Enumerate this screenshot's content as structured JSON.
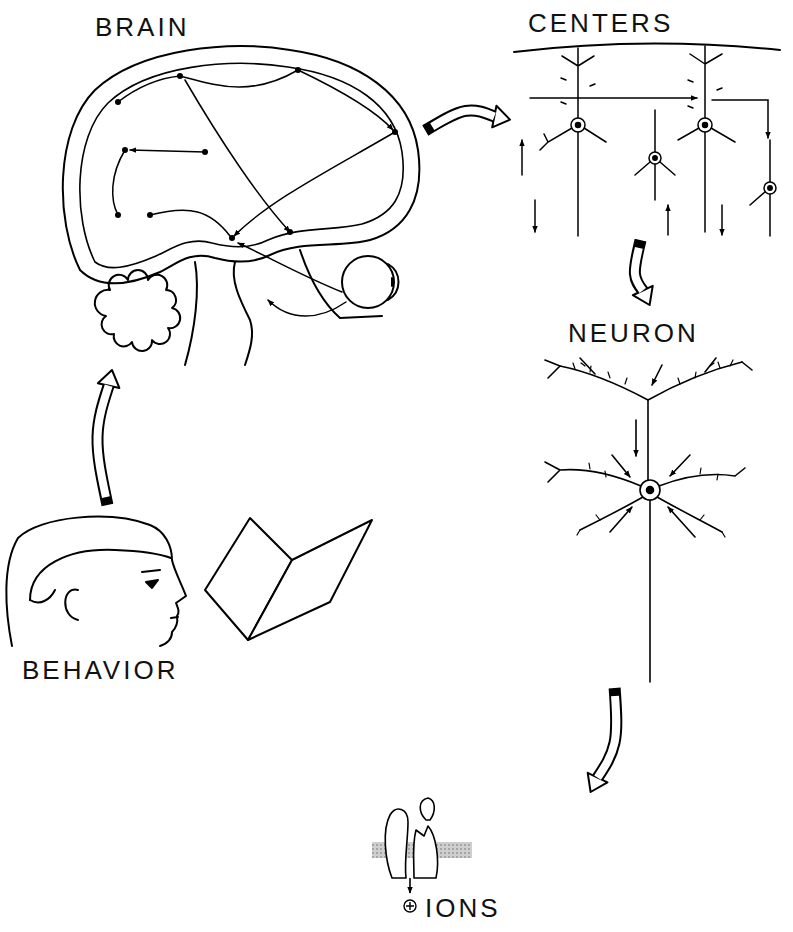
{
  "diagram": {
    "nodes": [
      {
        "text": [
          "BRAIN"
        ]
      },
      {
        "text": [
          "CENTERS"
        ]
      },
      {
        "text": [
          "NEURON"
        ]
      },
      {
        "text": [
          "BEHAVIOR"
        ]
      },
      {
        "text": [
          "IONS"
        ]
      }
    ],
    "edges": [
      {
        "from": 3,
        "to": 0,
        "arrow": "to"
      },
      {
        "from": 0,
        "to": 1,
        "arrow": "to"
      },
      {
        "from": 1,
        "to": 2,
        "arrow": "to"
      },
      {
        "from": 2,
        "to": 4,
        "arrow": "to"
      }
    ]
  }
}
